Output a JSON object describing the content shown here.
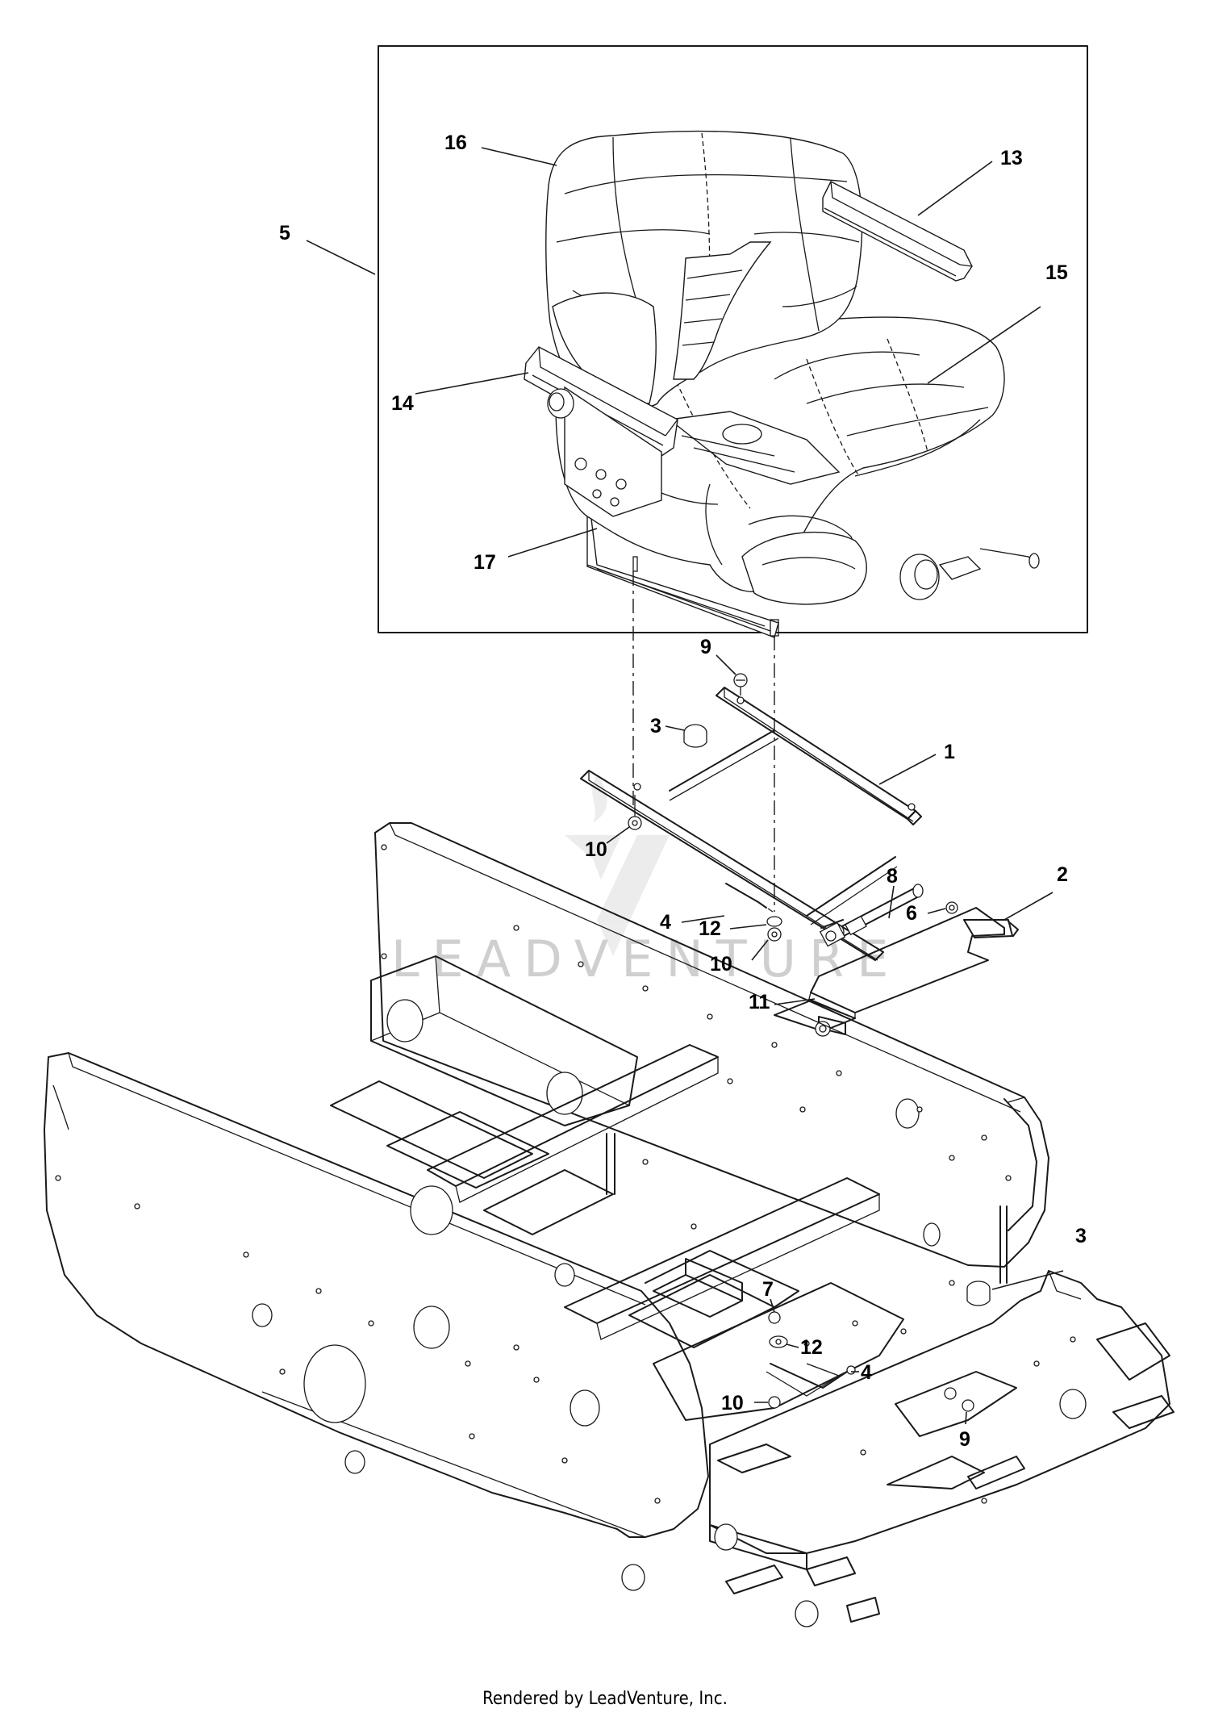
{
  "diagram": {
    "callouts": [
      {
        "id": "c16",
        "label": "16"
      },
      {
        "id": "c13",
        "label": "13"
      },
      {
        "id": "c5",
        "label": "5"
      },
      {
        "id": "c15",
        "label": "15"
      },
      {
        "id": "c14",
        "label": "14"
      },
      {
        "id": "c17",
        "label": "17"
      },
      {
        "id": "c9a",
        "label": "9"
      },
      {
        "id": "c3a",
        "label": "3"
      },
      {
        "id": "c1",
        "label": "1"
      },
      {
        "id": "c10a",
        "label": "10"
      },
      {
        "id": "c8",
        "label": "8"
      },
      {
        "id": "c2",
        "label": "2"
      },
      {
        "id": "c4a",
        "label": "4"
      },
      {
        "id": "c6",
        "label": "6"
      },
      {
        "id": "c12a",
        "label": "12"
      },
      {
        "id": "c10b",
        "label": "10"
      },
      {
        "id": "c11",
        "label": "11"
      },
      {
        "id": "c3b",
        "label": "3"
      },
      {
        "id": "c7",
        "label": "7"
      },
      {
        "id": "c12b",
        "label": "12"
      },
      {
        "id": "c4b",
        "label": "4"
      },
      {
        "id": "c10c",
        "label": "10"
      },
      {
        "id": "c9b",
        "label": "9"
      }
    ],
    "watermark": "LEADVENTURE",
    "footer": "Rendered by LeadVenture, Inc."
  }
}
